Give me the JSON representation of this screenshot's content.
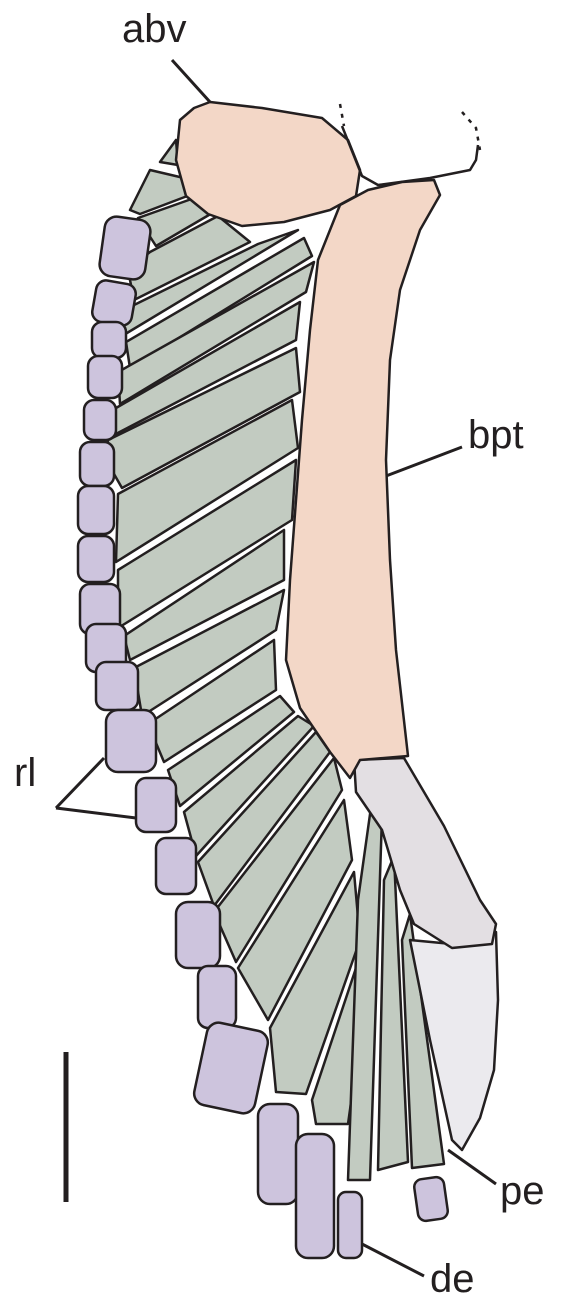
{
  "figure": {
    "labels": {
      "abv": "abv",
      "bpt": "bpt",
      "rl": "rl",
      "pe": "pe",
      "de": "de"
    },
    "colors": {
      "axial_elements": "#f3d7c7",
      "radials": "#c2cbc1",
      "distal_radials": "#cdc4dd",
      "propterygium": "#e3dfe3",
      "outline": "#231f20",
      "background": "#ffffff"
    }
  }
}
